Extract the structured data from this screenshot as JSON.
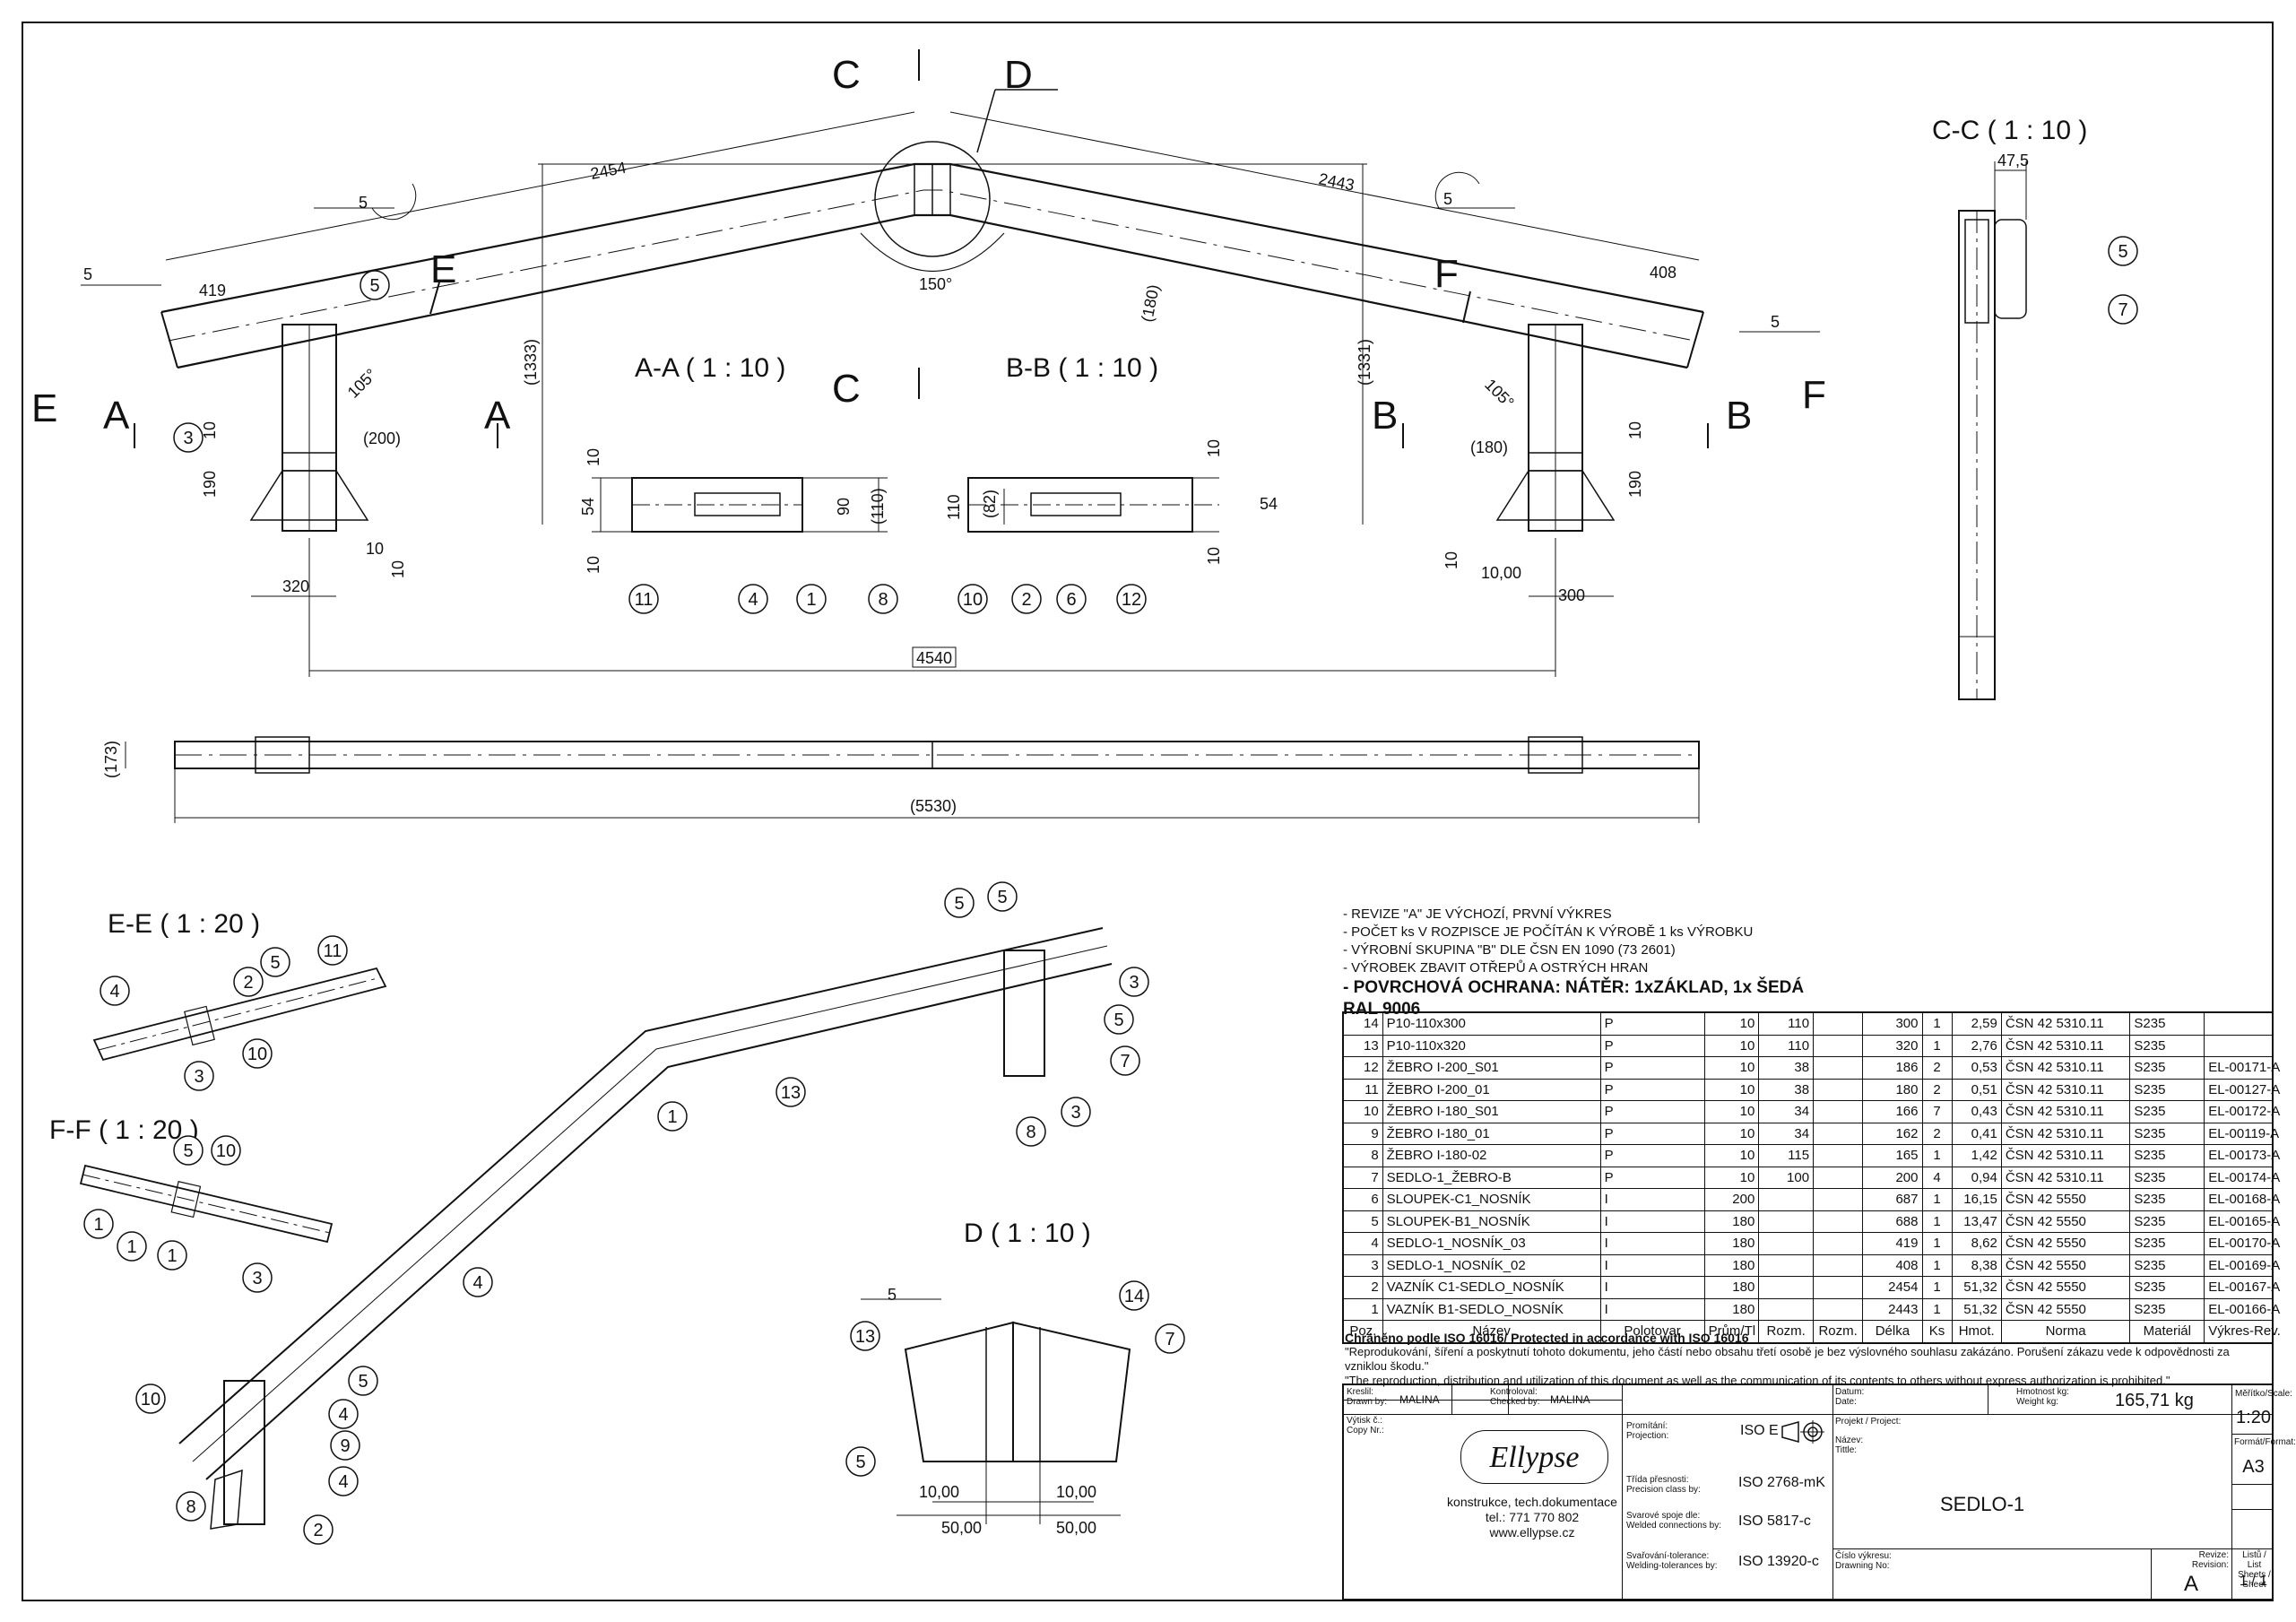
{
  "sections": {
    "aa": "A-A ( 1 : 10 )",
    "bb": "B-B ( 1 : 10 )",
    "cc": "C-C ( 1 : 10 )",
    "ee": "E-E ( 1 : 20 )",
    "ff": "F-F ( 1 : 20 )",
    "d": "D ( 1 : 10 )"
  },
  "cut_letters": {
    "a": "A",
    "b": "B",
    "c": "C",
    "d": "D",
    "e": "E",
    "f": "F"
  },
  "dimensions": {
    "d2454": "2454",
    "d2443": "2443",
    "d419": "419",
    "d408": "408",
    "d150": "150°",
    "d1333": "(1333)",
    "d1331": "(1331)",
    "d180a": "(180)",
    "d105a": "105°",
    "d105b": "105°",
    "d200": "(200)",
    "d180b": "(180)",
    "d190a": "190",
    "d190b": "190",
    "d10": "10",
    "d320": "320",
    "d300": "300",
    "d1000": "10,00",
    "d4540": "4540",
    "d173": "(173)",
    "d5530": "(5530)",
    "d475": "47,5",
    "d5": "5",
    "d54": "54",
    "d90": "90",
    "d110": "(110)",
    "d82": "(82)",
    "d110b": "110",
    "d50": "50,00"
  },
  "notes": [
    "- REVIZE \"A\" JE VÝCHOZÍ, PRVNÍ VÝKRES",
    "- POČET ks V ROZPISCE JE POČÍTÁN K VÝROBĚ 1 ks VÝROBKU",
    "- VÝROBNÍ SKUPINA \"B\" DLE ČSN EN 1090 (73 2601)",
    "- VÝROBEK ZBAVIT OTŘEPŮ A OSTRÝCH HRAN"
  ],
  "note_bold": "- POVRCHOVÁ OCHRANA: NÁTĚR: 1xZÁKLAD, 1x ŠEDÁ RAL 9006",
  "bom": {
    "rows": [
      [
        "14",
        "P10-110x300",
        "P",
        "10",
        "110",
        "",
        "300",
        "1",
        "2,59",
        "ČSN 42 5310.11",
        "S235",
        ""
      ],
      [
        "13",
        "P10-110x320",
        "P",
        "10",
        "110",
        "",
        "320",
        "1",
        "2,76",
        "ČSN 42 5310.11",
        "S235",
        ""
      ],
      [
        "12",
        "ŽEBRO I-200_S01",
        "P",
        "10",
        "38",
        "",
        "186",
        "2",
        "0,53",
        "ČSN 42 5310.11",
        "S235",
        "EL-00171-A"
      ],
      [
        "11",
        "ŽEBRO I-200_01",
        "P",
        "10",
        "38",
        "",
        "180",
        "2",
        "0,51",
        "ČSN 42 5310.11",
        "S235",
        "EL-00127-A"
      ],
      [
        "10",
        "ŽEBRO I-180_S01",
        "P",
        "10",
        "34",
        "",
        "166",
        "7",
        "0,43",
        "ČSN 42 5310.11",
        "S235",
        "EL-00172-A"
      ],
      [
        "9",
        "ŽEBRO I-180_01",
        "P",
        "10",
        "34",
        "",
        "162",
        "2",
        "0,41",
        "ČSN 42 5310.11",
        "S235",
        "EL-00119-A"
      ],
      [
        "8",
        "ŽEBRO I-180-02",
        "P",
        "10",
        "115",
        "",
        "165",
        "1",
        "1,42",
        "ČSN 42 5310.11",
        "S235",
        "EL-00173-A"
      ],
      [
        "7",
        "SEDLO-1_ŽEBRO-B",
        "P",
        "10",
        "100",
        "",
        "200",
        "4",
        "0,94",
        "ČSN 42 5310.11",
        "S235",
        "EL-00174-A"
      ],
      [
        "6",
        "SLOUPEK-C1_NOSNÍK",
        "I",
        "200",
        "",
        "",
        "687",
        "1",
        "16,15",
        "ČSN 42 5550",
        "S235",
        "EL-00168-A"
      ],
      [
        "5",
        "SLOUPEK-B1_NOSNÍK",
        "I",
        "180",
        "",
        "",
        "688",
        "1",
        "13,47",
        "ČSN 42 5550",
        "S235",
        "EL-00165-A"
      ],
      [
        "4",
        "SEDLO-1_NOSNÍK_03",
        "I",
        "180",
        "",
        "",
        "419",
        "1",
        "8,62",
        "ČSN 42 5550",
        "S235",
        "EL-00170-A"
      ],
      [
        "3",
        "SEDLO-1_NOSNÍK_02",
        "I",
        "180",
        "",
        "",
        "408",
        "1",
        "8,38",
        "ČSN 42 5550",
        "S235",
        "EL-00169-A"
      ],
      [
        "2",
        "VAZNÍK C1-SEDLO_NOSNÍK",
        "I",
        "180",
        "",
        "",
        "2454",
        "1",
        "51,32",
        "ČSN 42 5550",
        "S235",
        "EL-00167-A"
      ],
      [
        "1",
        "VAZNÍK B1-SEDLO_NOSNÍK",
        "I",
        "180",
        "",
        "",
        "2443",
        "1",
        "51,32",
        "ČSN 42 5550",
        "S235",
        "EL-00166-A"
      ]
    ],
    "header": [
      "Poz.",
      "Název",
      "Polotovar",
      "Prům/Tl",
      "Rozm.",
      "Rozm.",
      "Délka",
      "Ks",
      "Hmot.",
      "Norma",
      "Materiál",
      "Výkres-Rev."
    ]
  },
  "iso": {
    "title": "Chráněno podle ISO 16016/ Protected in accordance with ISO 16016",
    "cz": "\"Reprodukování, šíření a poskytnutí tohoto dokumentu, jeho částí nebo obsahu třetí osobě je bez výslovného souhlasu zakázáno. Porušení zákazu vede k odpovědnosti za vzniklou škodu.\"",
    "en": "\"The reproduction, distribution and utilization of this document as well as the communication of its contents to others without express authorization is prohibited.\""
  },
  "title_block": {
    "drawn_lbl1": "Kreslil:",
    "drawn_lbl2": "Drawn by:",
    "drawn": "MALINA",
    "checked_lbl1": "Kontroloval:",
    "checked_lbl2": "Checked by:",
    "checked": "MALINA",
    "copy_lbl1": "Výtisk č.:",
    "copy_lbl2": "Copy Nr.:",
    "logo": "Ellypse",
    "company1": "konstrukce, tech.dokumentace",
    "company2": "tel.: 771 770 802",
    "company3": "www.ellypse.cz",
    "proj_lbl1": "Promítání:",
    "proj_lbl2": "Projection:",
    "proj": "ISO E",
    "prec_lbl1": "Třída přesnosti:",
    "prec_lbl2": "Precision class by:",
    "prec": "ISO 2768-mK",
    "weld_lbl1": "Svarové spoje dle:",
    "weld_lbl2": "Welded connections by:",
    "weld": "ISO 5817-c",
    "weldtol_lbl1": "Svařování-tolerance:",
    "weldtol_lbl2": "Welding-tolerances by:",
    "weldtol": "ISO 13920-c",
    "date_lbl1": "Datum:",
    "date_lbl2": "Date:",
    "weight_lbl1": "Hmotnost kg:",
    "weight_lbl2": "Weight kg:",
    "weight": "165,71 kg",
    "scale_lbl": "Měřítko/Scale:",
    "scale": "1:20",
    "project_lbl": "Projekt / Project:",
    "name_lbl1": "Název:",
    "name_lbl2": "Tittle:",
    "name": "SEDLO-1",
    "format_lbl": "Formát/Format:",
    "format": "A3",
    "drawno_lbl1": "Číslo výkresu:",
    "drawno_lbl2": "Drawning No:",
    "rev_lbl1": "Revize:",
    "rev_lbl2": "Revision:",
    "rev": "A",
    "sheets_lbl1": "Listů / List",
    "sheets_lbl2": "Sheets / Sheet",
    "sheets": "1 / 1"
  }
}
